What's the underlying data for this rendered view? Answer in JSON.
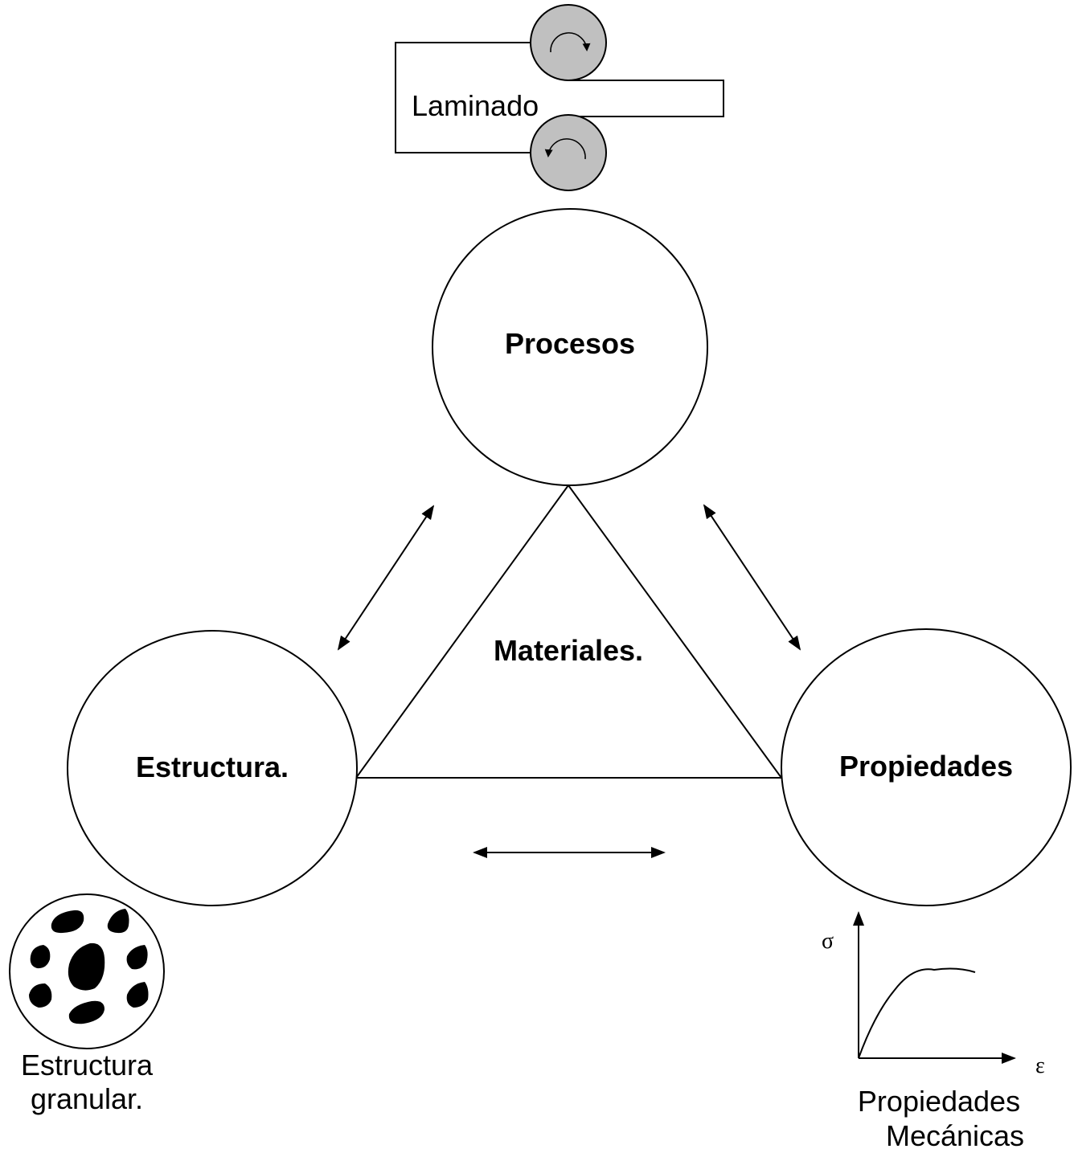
{
  "diagram": {
    "center_label": "Materiales.",
    "nodes": {
      "processes": "Procesos",
      "structure": "Estructura.",
      "properties": "Propiedades"
    },
    "rolling": {
      "label": "Laminado"
    },
    "granular": {
      "line1": "Estructura",
      "line2": "granular."
    },
    "mechanical": {
      "y_symbol": "σ",
      "x_symbol": "ε",
      "line1": "Propiedades",
      "line2": "Mecánicas"
    }
  },
  "colors": {
    "stroke": "#000000",
    "roller_fill": "#c0c0c0",
    "background": "#ffffff"
  }
}
